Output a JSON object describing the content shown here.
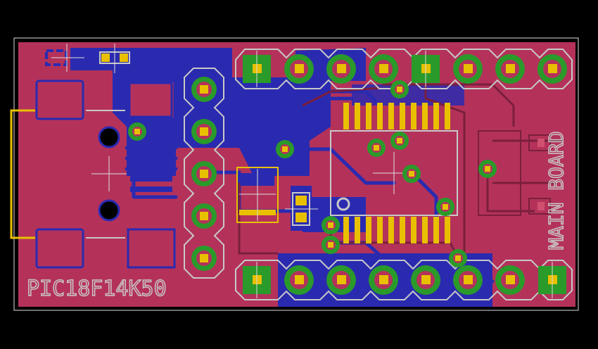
{
  "board": {
    "label_chip": "PIC18F14K50",
    "label_main": "MAIN BOARD"
  },
  "colors": {
    "background": "#000000",
    "board": "#b4325a",
    "top_copper": "#b4325a",
    "bottom_copper": "#2a2ab0",
    "pad": "#2a9a2a",
    "drill": "#e8c000",
    "silkscreen": "#c8c8c8",
    "usb_outline": "#e8c000"
  },
  "headers": {
    "top_row_pins": 8,
    "bottom_row_pins": 8,
    "left_column_pins": 5
  },
  "ic": {
    "pins_per_side": 10
  }
}
